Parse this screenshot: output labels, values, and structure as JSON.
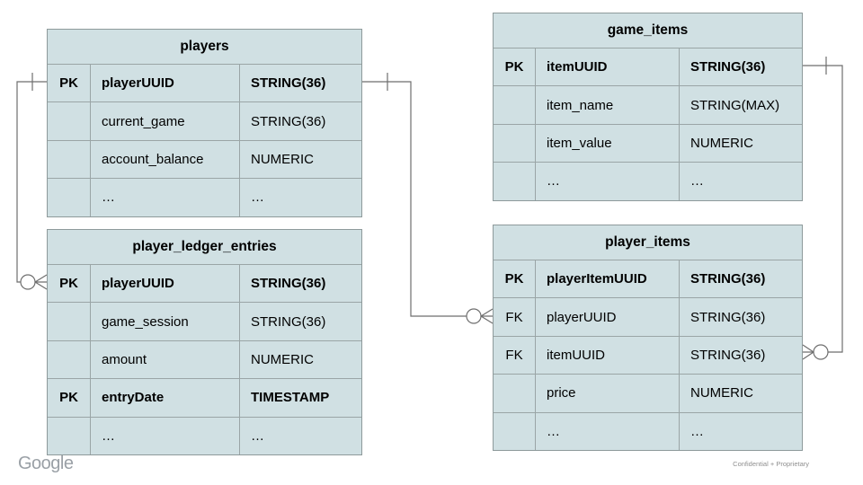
{
  "slide": {
    "footer_logo": "Google",
    "footer_note": "Confidential + Proprietary"
  },
  "colors": {
    "table_fill": "#d0e0e3",
    "table_border": "#8e9a9b",
    "connector_line": "#6e6e6e",
    "text": "#000000",
    "footer_text": "#9aa0a6"
  },
  "diagram": {
    "tables": [
      {
        "id": "players",
        "title": "players",
        "rows": [
          {
            "key": "PK",
            "name": "playerUUID",
            "type": "STRING(36)",
            "emphasis": true
          },
          {
            "key": "",
            "name": "current_game",
            "type": "STRING(36)",
            "emphasis": false
          },
          {
            "key": "",
            "name": "account_balance",
            "type": "NUMERIC",
            "emphasis": false
          },
          {
            "key": "",
            "name": "…",
            "type": "…",
            "emphasis": false
          }
        ]
      },
      {
        "id": "player_ledger_entries",
        "title": "player_ledger_entries",
        "rows": [
          {
            "key": "PK",
            "name": "playerUUID",
            "type": "STRING(36)",
            "emphasis": true
          },
          {
            "key": "",
            "name": "game_session",
            "type": "STRING(36)",
            "emphasis": false
          },
          {
            "key": "",
            "name": "amount",
            "type": "NUMERIC",
            "emphasis": false
          },
          {
            "key": "PK",
            "name": "entryDate",
            "type": "TIMESTAMP",
            "emphasis": true
          },
          {
            "key": "",
            "name": "…",
            "type": "…",
            "emphasis": false
          }
        ]
      },
      {
        "id": "game_items",
        "title": "game_items",
        "rows": [
          {
            "key": "PK",
            "name": "itemUUID",
            "type": "STRING(36)",
            "emphasis": true
          },
          {
            "key": "",
            "name": "item_name",
            "type": "STRING(MAX)",
            "emphasis": false
          },
          {
            "key": "",
            "name": "item_value",
            "type": "NUMERIC",
            "emphasis": false
          },
          {
            "key": "",
            "name": "…",
            "type": "…",
            "emphasis": false
          }
        ]
      },
      {
        "id": "player_items",
        "title": "player_items",
        "rows": [
          {
            "key": "PK",
            "name": "playerItemUUID",
            "type": "STRING(36)",
            "emphasis": true
          },
          {
            "key": "FK",
            "name": "playerUUID",
            "type": "STRING(36)",
            "emphasis": false
          },
          {
            "key": "FK",
            "name": "itemUUID",
            "type": "STRING(36)",
            "emphasis": false
          },
          {
            "key": "",
            "name": "price",
            "type": "NUMERIC",
            "emphasis": false
          },
          {
            "key": "",
            "name": "…",
            "type": "…",
            "emphasis": false
          }
        ]
      }
    ],
    "relationships": [
      {
        "from": "players.playerUUID",
        "to": "player_ledger_entries.playerUUID",
        "from_end": "one",
        "to_end": "zero-or-many"
      },
      {
        "from": "players.playerUUID",
        "to": "player_items.playerUUID",
        "from_end": "one",
        "to_end": "zero-or-many"
      },
      {
        "from": "game_items.itemUUID",
        "to": "player_items.itemUUID",
        "from_end": "one",
        "to_end": "zero-or-many"
      }
    ]
  }
}
